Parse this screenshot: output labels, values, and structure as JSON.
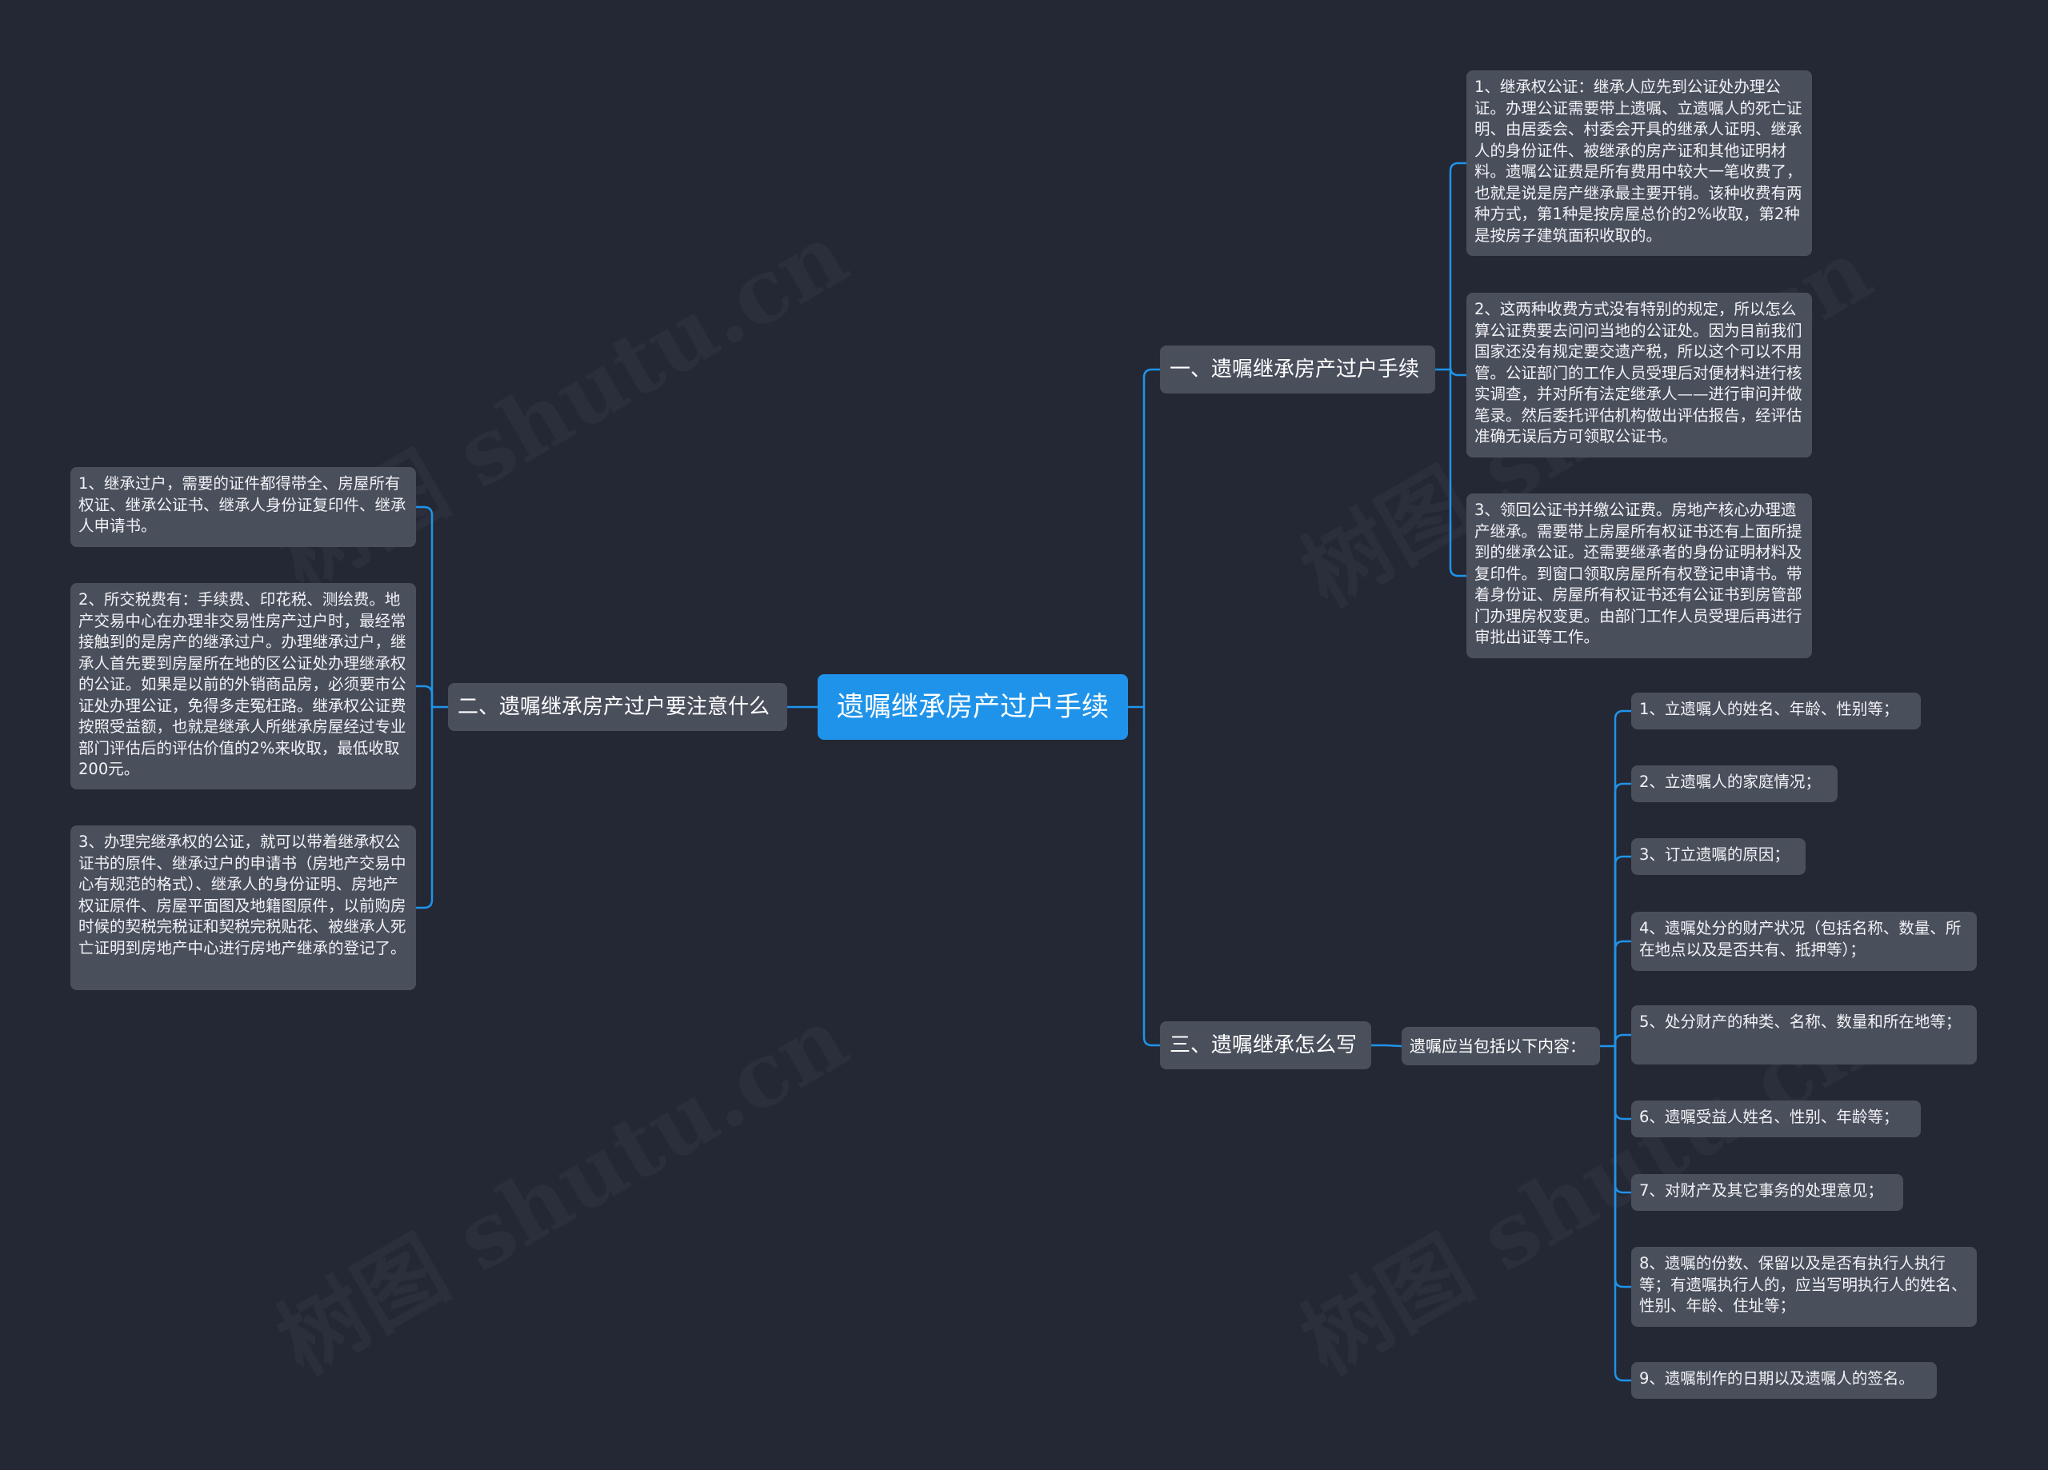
{
  "root": {
    "label": "遗嘱继承房产过户手续"
  },
  "branches": [
    {
      "label": "一、遗嘱继承房产过户手续",
      "children": [
        "1、继承权公证：继承人应先到公证处办理公证。办理公证需要带上遗嘱、立遗嘱人的死亡证明、由居委会、村委会开具的继承人证明、继承人的身份证件、被继承的房产证和其他证明材料。遗嘱公证费是所有费用中较大一笔收费了，也就是说是房产继承最主要开销。该种收费有两种方式，第1种是按房屋总价的2%收取，第2种是按房子建筑面积收取的。",
        "2、这两种收费方式没有特别的规定，所以怎么算公证费要去问问当地的公证处。因为目前我们国家还没有规定要交遗产税，所以这个可以不用管。公证部门的工作人员受理后对便材料进行核实调查，并对所有法定继承人——进行审问并做笔录。然后委托评估机构做出评估报告，经评估准确无误后方可领取公证书。",
        "3、领回公证书并缴公证费。房地产核心办理遗产继承。需要带上房屋所有权证书还有上面所提到的继承公证。还需要继承者的身份证明材料及复印件。到窗口领取房屋所有权登记申请书。带着身份证、房屋所有权证书还有公证书到房管部门办理房权变更。由部门工作人员受理后再进行审批出证等工作。"
      ]
    },
    {
      "label": "二、遗嘱继承房产过户要注意什么",
      "children": [
        "1、继承过户，需要的证件都得带全、房屋所有权证、继承公证书、继承人身份证复印件、继承人申请书。",
        "2、所交税费有：手续费、印花税、测绘费。地产交易中心在办理非交易性房产过户时，最经常接触到的是房产的继承过户。办理继承过户，继承人首先要到房屋所在地的区公证处办理继承权的公证。如果是以前的外销商品房，必须要市公证处办理公证，免得多走冤枉路。继承权公证费按照受益额，也就是继承人所继承房屋经过专业部门评估后的评估价值的2%来收取，最低收取200元。",
        "3、办理完继承权的公证，就可以带着继承权公证书的原件、继承过户的申请书（房地产交易中心有规范的格式）、继承人的身份证明、房地产权证原件、房屋平面图及地籍图原件，以前购房时候的契税完税证和契税完税贴花、被继承人死亡证明到房地产中心进行房地产继承的登记了。"
      ]
    },
    {
      "label": "三、遗嘱继承怎么写",
      "mid_label": "遗嘱应当包括以下内容：",
      "children": [
        "1、立遗嘱人的姓名、年龄、性别等；",
        "2、立遗嘱人的家庭情况；",
        "3、订立遗嘱的原因；",
        "4、遗嘱处分的财产状况（包括名称、数量、所在地点以及是否共有、抵押等）；",
        "5、处分财产的种类、名称、数量和所在地等；",
        "6、遗嘱受益人姓名、性别、年龄等；",
        "7、对财产及其它事务的处理意见；",
        "8、遗嘱的份数、保留以及是否有执行人执行等；有遗嘱执行人的，应当写明执行人的姓名、性别、年龄、住址等；",
        "9、遗嘱制作的日期以及遗嘱人的签名。"
      ]
    }
  ],
  "watermark": "树图 shutu.cn",
  "colors": {
    "background": "#242834",
    "node": "#4a4f5c",
    "root": "#1f93ea",
    "line": "#1f93ea"
  }
}
